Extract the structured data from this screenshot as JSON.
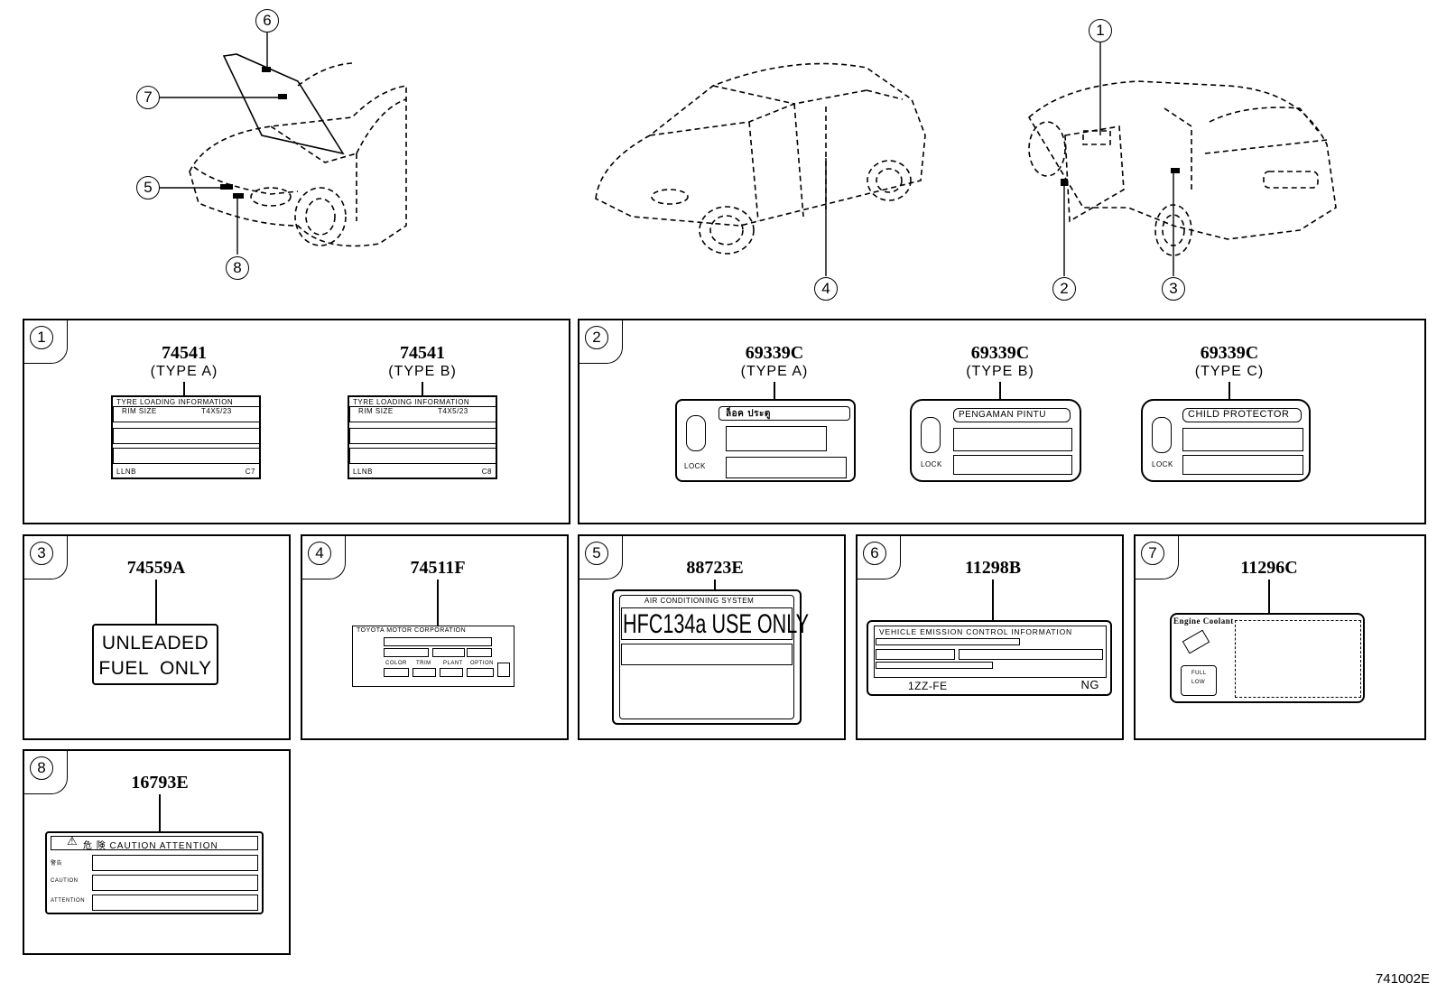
{
  "callouts": [
    "1",
    "2",
    "3",
    "4",
    "5",
    "6",
    "7",
    "8"
  ],
  "panels": {
    "p1": {
      "num": "1",
      "labels": [
        {
          "part": "74541",
          "type": "(TYPE A)",
          "header": "TYRE LOADING INFORMATION",
          "row": "RIM  SIZE",
          "row_val": "T4X5/23",
          "footer_left": "LLNB",
          "footer_right": "C7"
        },
        {
          "part": "74541",
          "type": "(TYPE B)",
          "header": "TYRE LOADING INFORMATION",
          "row": "RIM  SIZE",
          "row_val": "T4X5/23",
          "footer_left": "LLNB",
          "footer_right": "C8"
        }
      ]
    },
    "p2": {
      "num": "2",
      "labels": [
        {
          "part": "69339C",
          "type": "(TYPE A)",
          "title": "ล็อค ประตู",
          "lock": "LOCK"
        },
        {
          "part": "69339C",
          "type": "(TYPE B)",
          "title": "PENGAMAN PINTU",
          "lock": "LOCK"
        },
        {
          "part": "69339C",
          "type": "(TYPE C)",
          "title": "CHILD PROTECTOR",
          "lock": "LOCK"
        }
      ]
    },
    "p3": {
      "num": "3",
      "part": "74559A",
      "line1": "UNLEADED",
      "line2": "FUEL  ONLY"
    },
    "p4": {
      "num": "4",
      "part": "74511F",
      "header": "TOYOTA MOTOR CORPORATION",
      "cols": [
        "COLOR",
        "TRIM",
        "PLANT",
        "OPTION"
      ]
    },
    "p5": {
      "num": "5",
      "part": "88723E",
      "header": "AIR CONDITIONING SYSTEM",
      "big": "HFC134a USE ONLY"
    },
    "p6": {
      "num": "6",
      "part": "11298B",
      "header": "VEHICLE EMISSION CONTROL INFORMATION",
      "engine": "1ZZ-FE",
      "code": "NG"
    },
    "p7": {
      "num": "7",
      "part": "11296C",
      "title": "Engine Coolant",
      "full": "FULL",
      "low": "LOW"
    },
    "p8": {
      "num": "8",
      "part": "16793E",
      "header": "危 険 CAUTION ATTENTION",
      "rows": [
        "警告",
        "CAUTION",
        "ATTENTION"
      ]
    }
  },
  "drawing_code": "741002E"
}
